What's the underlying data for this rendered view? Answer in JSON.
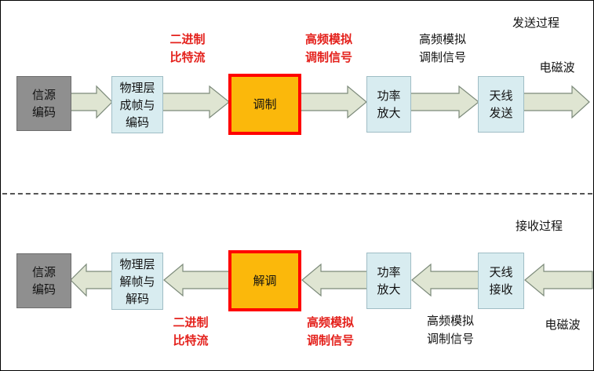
{
  "send": {
    "title": "发送过程",
    "boxes": {
      "source_coding": "信源\n编码",
      "framing": "物理层\n成帧与\n编码",
      "modulation": "调制",
      "amplify": "功率\n放大",
      "transmit": "天线\n发送"
    },
    "labels": {
      "binary_stream": "二进制\n比特流",
      "hf_analog_red": "高频模拟\n调制信号",
      "hf_analog": "高频模拟\n调制信号",
      "em_wave": "电磁波"
    }
  },
  "receive": {
    "title": "接收过程",
    "boxes": {
      "source_decoding": "信源\n编码",
      "deframing": "物理层\n解帧与\n解码",
      "demodulation": "解调",
      "amplify": "功率\n放大",
      "receive": "天线\n接收"
    },
    "labels": {
      "binary_stream": "二进制\n比特流",
      "hf_analog_red": "高频模拟\n调制信号",
      "hf_analog": "高频模拟\n调制信号",
      "em_wave": "电磁波"
    }
  },
  "colors": {
    "highlight_border": "#ff0000",
    "highlight_fill": "#fbb80b",
    "red_text": "#e4211c",
    "gray_box": "#8f8f8f",
    "cyan_box": "#d8ecf0",
    "arrow_fill": "#dfe5d2"
  }
}
